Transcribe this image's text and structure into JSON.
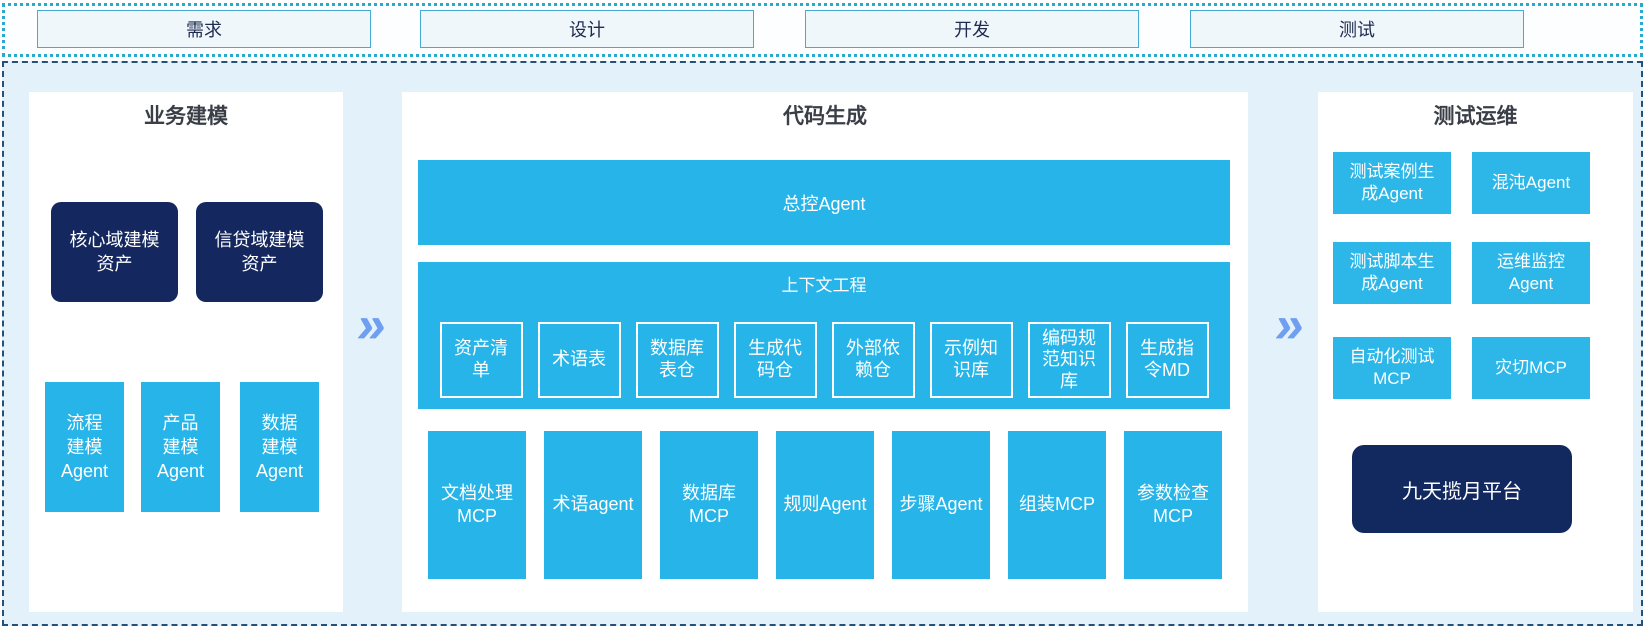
{
  "colors": {
    "cyan": "#27b4e8",
    "navy": "#14275f",
    "container_bg": "#e3f1fb",
    "container_border": "#235179",
    "strip_border": "#2aa9cd",
    "chevron_blue": "#6f9ff1",
    "phase_text": "#1d2b50"
  },
  "phases": [
    {
      "label": "需求"
    },
    {
      "label": "设计"
    },
    {
      "label": "开发"
    },
    {
      "label": "测试"
    }
  ],
  "arrows": {
    "glyph": "»"
  },
  "left_panel": {
    "title": "业务建模",
    "asset_boxes": [
      {
        "label": "核心域建模\n资产"
      },
      {
        "label": "信贷域建模\n资产"
      }
    ],
    "agent_boxes": [
      {
        "label": "流程\n建模\nAgent"
      },
      {
        "label": "产品\n建模\nAgent"
      },
      {
        "label": "数据\n建模\nAgent"
      }
    ]
  },
  "middle_panel": {
    "title": "代码生成",
    "master_agent": "总控Agent",
    "context_section": {
      "title": "上下文工程",
      "items": [
        "资产清\n单",
        "术语表",
        "数据库\n表仓",
        "生成代\n码仓",
        "外部依\n赖仓",
        "示例知\n识库",
        "编码规\n范知识\n库",
        "生成指\n令MD"
      ]
    },
    "tool_row": [
      "文档处理\nMCP",
      "术语agent",
      "数据库\nMCP",
      "规则Agent",
      "步骤Agent",
      "组装MCP",
      "参数检查\nMCP"
    ]
  },
  "right_panel": {
    "title": "测试运维",
    "boxes": [
      "测试案例生\n成Agent",
      "混沌Agent",
      "测试脚本生\n成Agent",
      "运维监控\nAgent",
      "自动化测试\nMCP",
      "灾切MCP"
    ],
    "platform": "九天揽月平台"
  }
}
